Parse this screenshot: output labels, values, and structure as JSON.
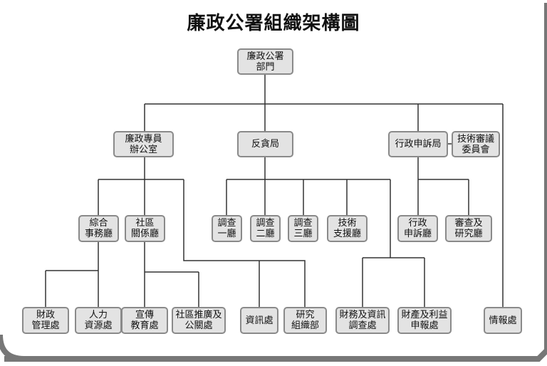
{
  "title": "廉政公署組織架構圖",
  "nodes": {
    "icac": [
      "廉政公署",
      "部門"
    ],
    "commissioner_office": [
      "廉政專員",
      "辦公室"
    ],
    "ops": [
      "反貪局"
    ],
    "admin_complaints_bureau": [
      "行政申訴局"
    ],
    "tech_review": [
      "技術審議",
      "委員會"
    ],
    "general_affairs": [
      "綜合",
      "事務廳"
    ],
    "community": [
      "社區",
      "關係廳"
    ],
    "inv1": [
      "調查",
      "一廳"
    ],
    "inv2": [
      "調查",
      "二廳"
    ],
    "inv3": [
      "調查",
      "三廳"
    ],
    "tech_support": [
      "技術",
      "支援廳"
    ],
    "admin_complaints": [
      "行政",
      "申訴廳"
    ],
    "review_research": [
      "審查及",
      "研究廳"
    ],
    "finance": [
      "財政",
      "管理處"
    ],
    "hr": [
      "人力",
      "資源處"
    ],
    "publicity": [
      "宣傳",
      "教育處"
    ],
    "community_promo": [
      "社區推廣及",
      "公關處"
    ],
    "info": [
      "資訊處"
    ],
    "research_org": [
      "研究",
      "組織部"
    ],
    "financial_investigation": [
      "財務及資訊",
      "調查處"
    ],
    "asset_declaration": [
      "財產及利益",
      "申報處"
    ],
    "intelligence": [
      "情報處"
    ]
  }
}
